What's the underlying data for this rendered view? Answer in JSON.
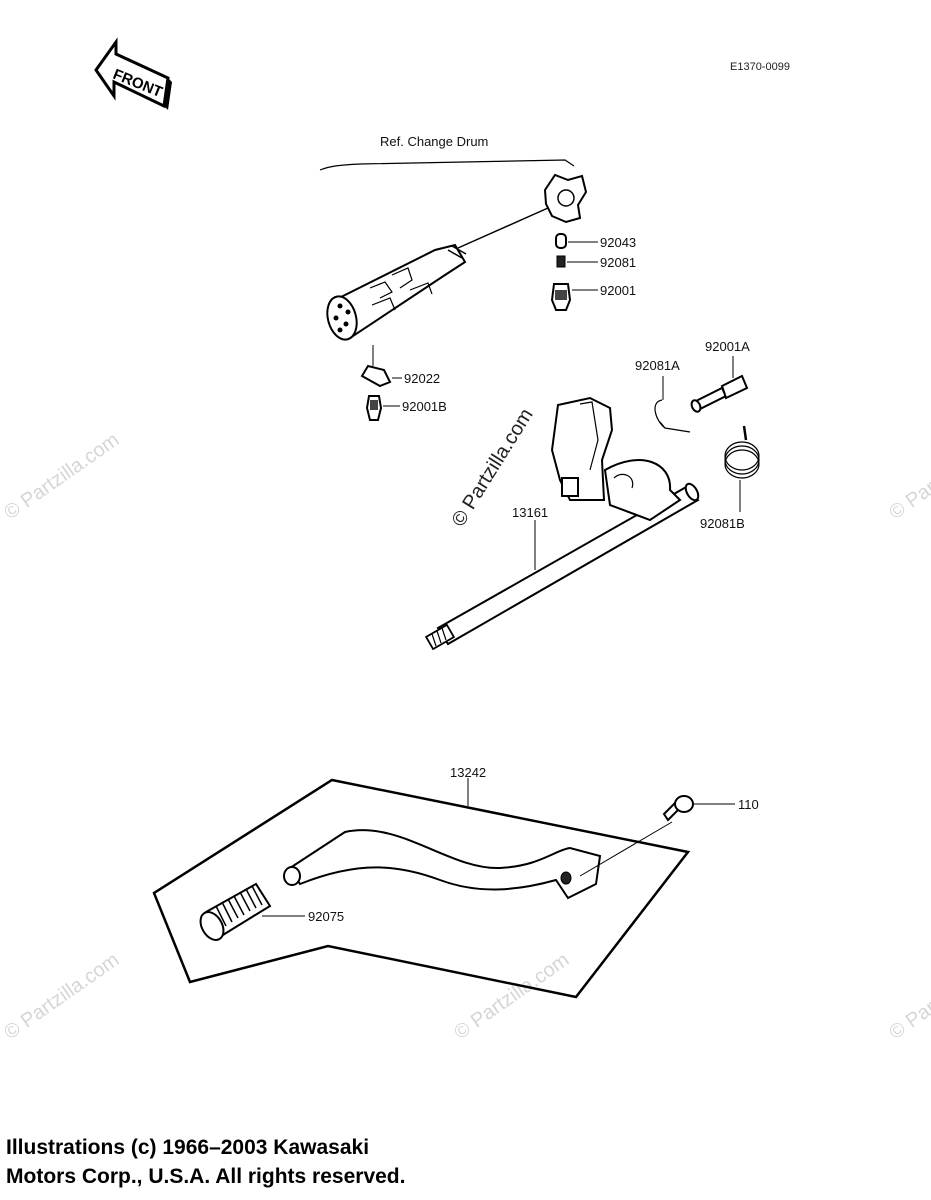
{
  "diagram_code": "E1370-0099",
  "front_label": "FRONT",
  "reference_label": "Ref.  Change Drum",
  "parts": {
    "p92043": "92043",
    "p92081": "92081",
    "p92001": "92001",
    "p92001A": "92001A",
    "p92081A": "92081A",
    "p92022": "92022",
    "p92001B": "92001B",
    "p13161": "13161",
    "p92081B": "92081B",
    "p13242": "13242",
    "p110": "110",
    "p92075": "92075"
  },
  "watermarks": {
    "main": "© Partzilla.com",
    "faint": "© Partzilla.com"
  },
  "copyright": {
    "line1": "Illustrations (c) 1966–2003 Kawasaki",
    "line2": "Motors Corp., U.S.A.  All rights reserved."
  }
}
